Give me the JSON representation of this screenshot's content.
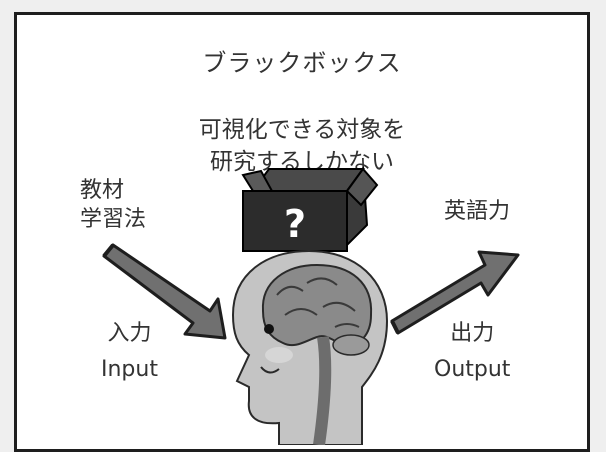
{
  "diagram": {
    "title": "ブラックボックス",
    "caption_line1": "可視化できる対象を",
    "caption_line2": "研究するしかない",
    "box_mark": "?",
    "input_source_line1": "教材",
    "input_source_line2": "学習法",
    "input_label_jp": "入力",
    "input_label_en": "Input",
    "output_target": "英語力",
    "output_label_jp": "出力",
    "output_label_en": "Output"
  },
  "colors": {
    "frame_border": "#1e1e1e",
    "text": "#333333",
    "arrow_fill": "#707070",
    "box_dark": "#2c2c2c",
    "head_fill": "#c4c4c4",
    "brain_fill": "#8a8a8a"
  }
}
